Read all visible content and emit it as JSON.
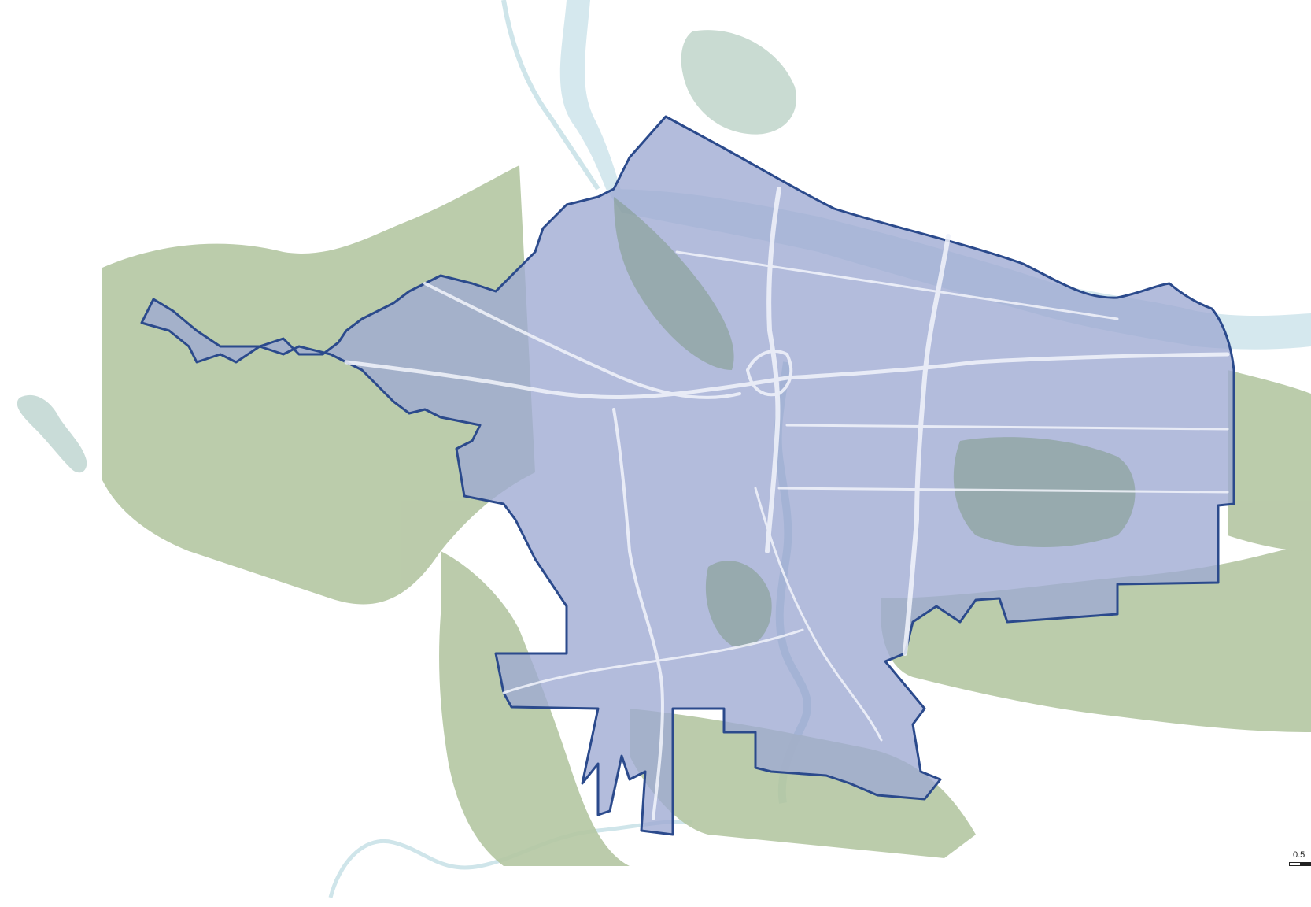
{
  "map": {
    "colors": {
      "background": "#ffffff",
      "water": "#d8ebee",
      "river": "#cfe5ea",
      "vegetation": "#a9bf97",
      "wetland": "#c4d5cc",
      "city_fill": "#9ea9d2",
      "city_outline": "#2b4a8c",
      "roads": "#f2f4fb",
      "dense_green": "#6f8f7f"
    },
    "layers": [
      "water",
      "vegetation",
      "city-boundary",
      "roads"
    ],
    "scale_bar": {
      "label": "0.5"
    }
  }
}
